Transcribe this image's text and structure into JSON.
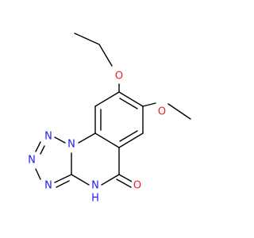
{
  "molecule": {
    "atoms": {
      "o_ethoxy": "O",
      "o_methoxy": "O",
      "n1": "N",
      "n2": "N",
      "n3": "N",
      "n4": "N",
      "n_bridge": "N",
      "nh_n": "N",
      "nh_h": "H",
      "o_carbonyl": "O"
    }
  },
  "colors": {
    "nitrogen": "#2020ee",
    "oxygen": "#ee2020",
    "carbon_bond": "#000000"
  }
}
